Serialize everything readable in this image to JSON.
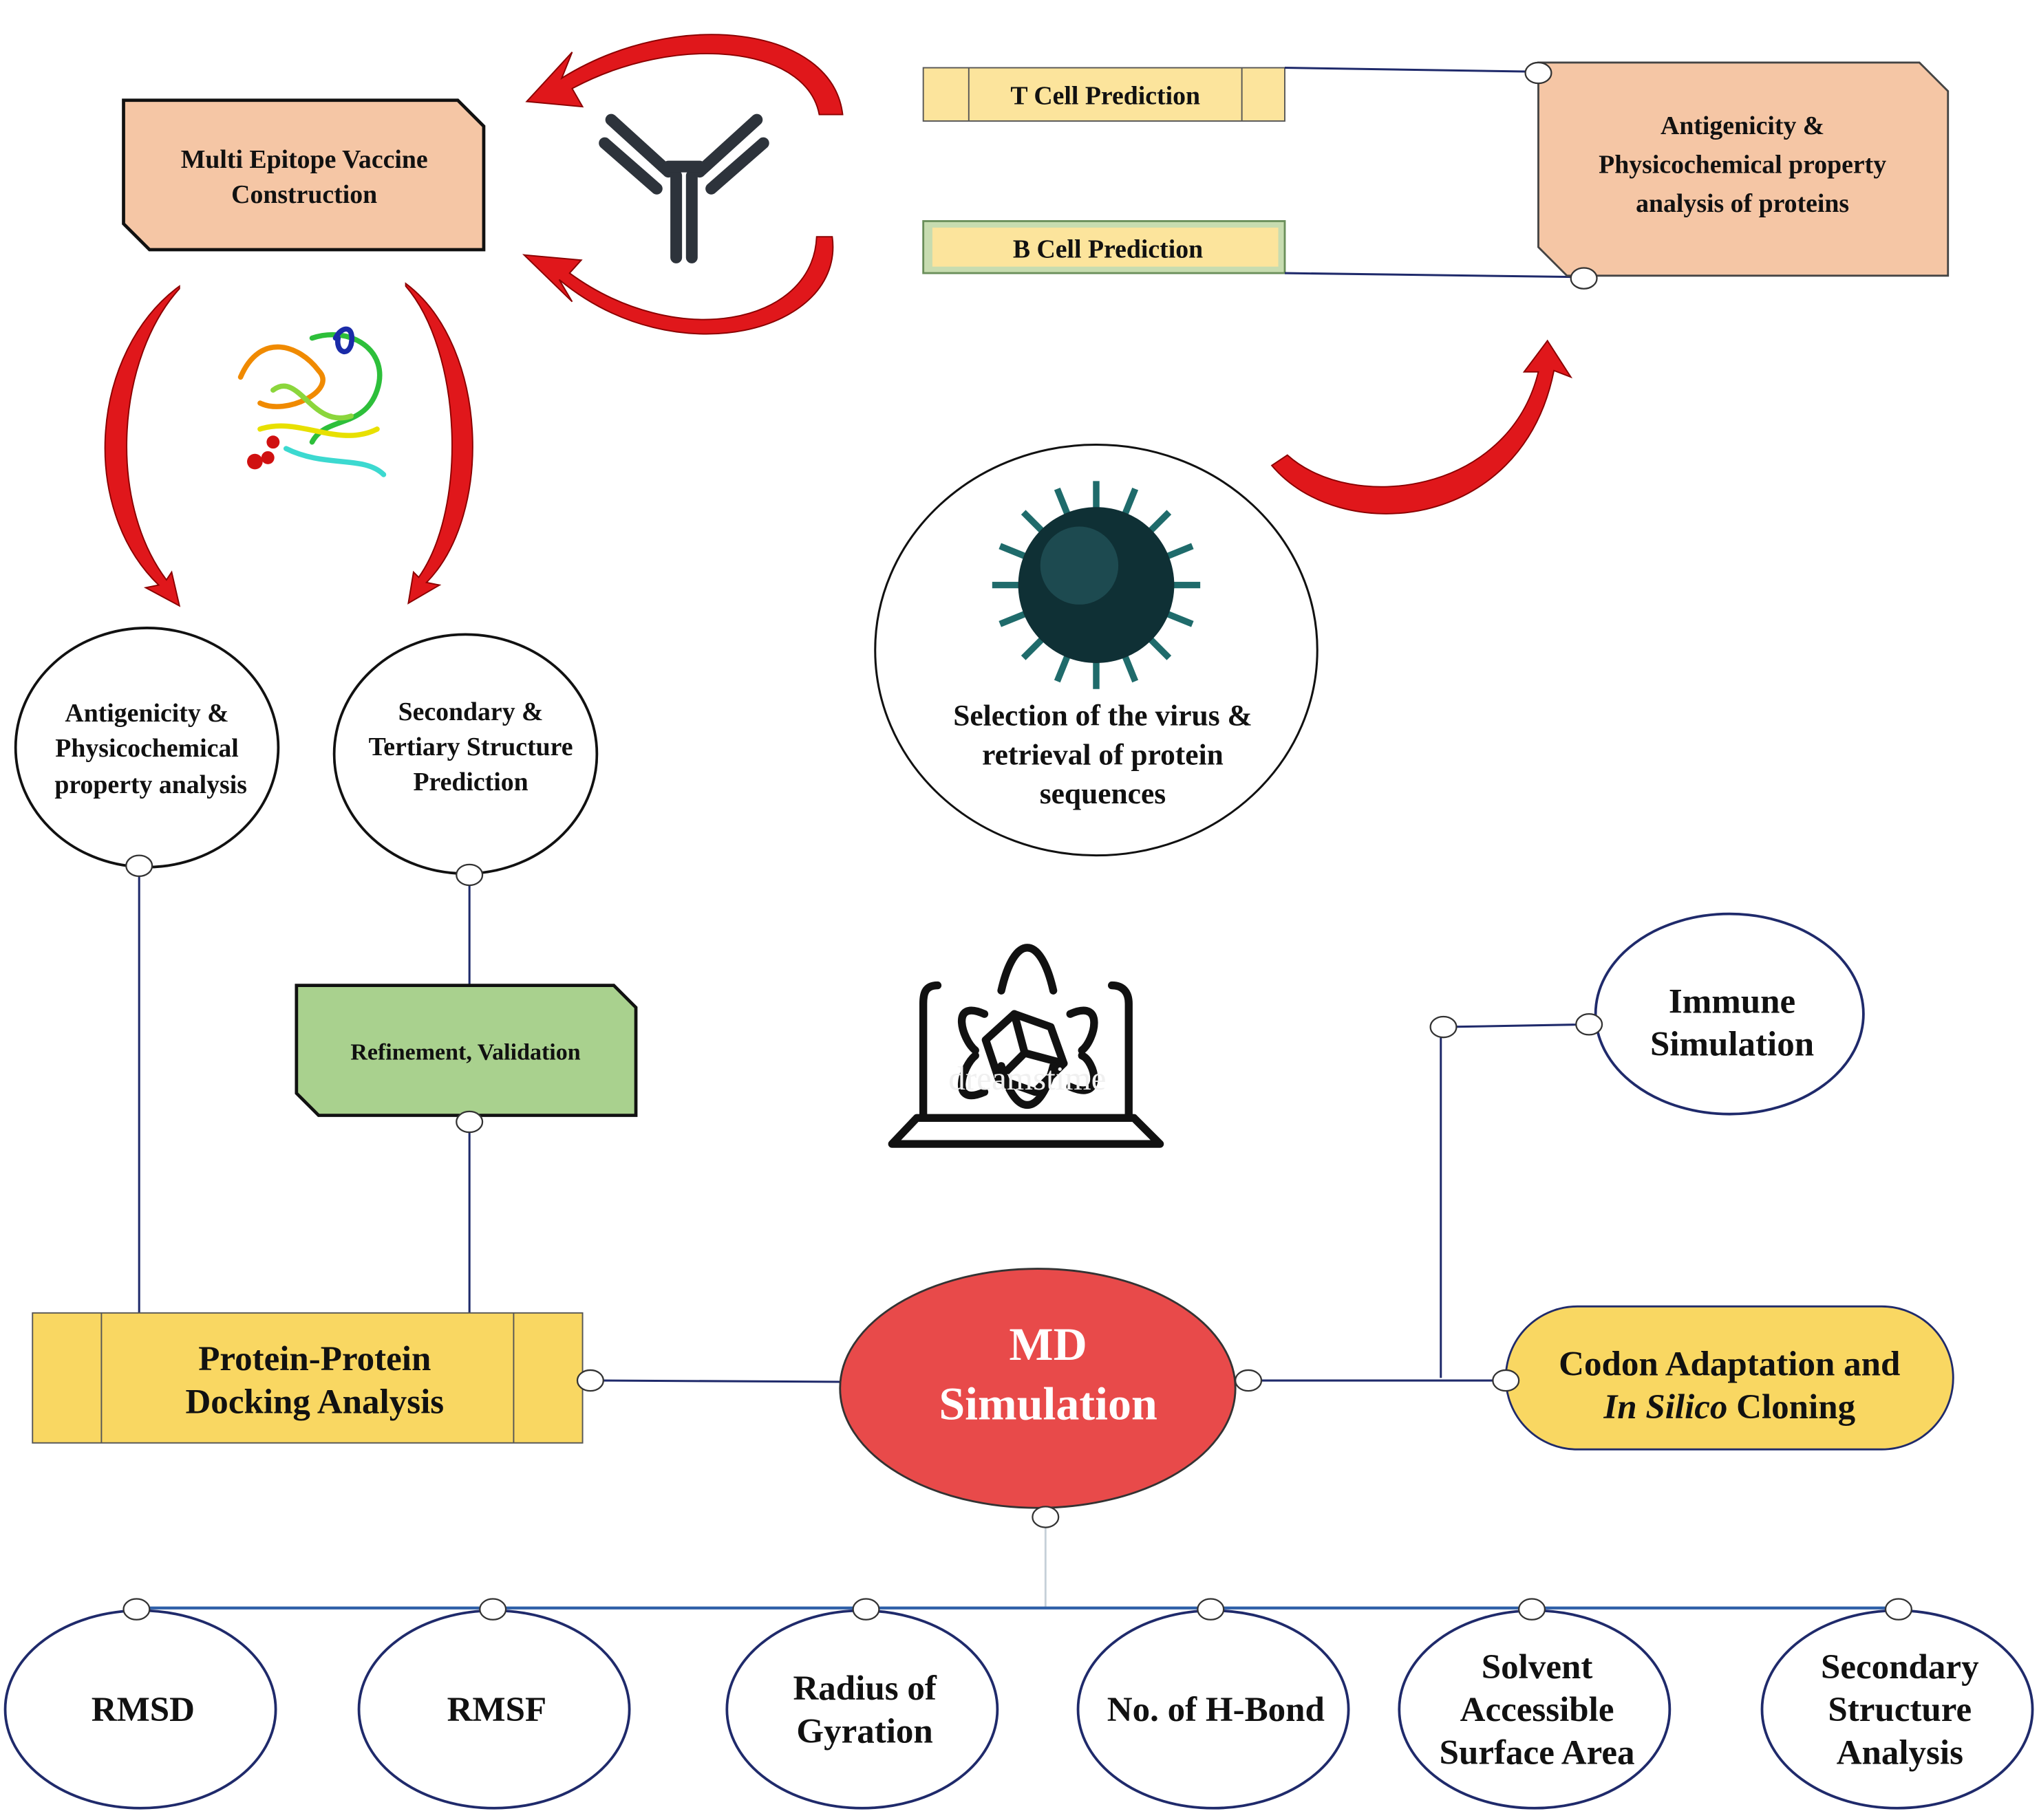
{
  "colors": {
    "peach": "#f5c6a5",
    "yellow": "#f9d762",
    "green": "#a9d18e",
    "md_red": "#e84a4a",
    "arrow_red": "#e0171b",
    "line_navy": "#1f2a6b",
    "line_blue": "#2e5fa8"
  },
  "top": {
    "vaccine_box": [
      "Multi Epitope Vaccine",
      "Construction"
    ],
    "t_cell": "T Cell Prediction",
    "b_cell": "B Cell Prediction",
    "antigenicity_box": [
      "Antigenicity &",
      "Physicochemical property",
      "analysis of proteins"
    ],
    "virus_circle": [
      "Selection of the virus &",
      "retrieval of protein",
      "sequences"
    ],
    "icons": [
      "antibody-icon",
      "protein-structure-image",
      "virus-image",
      "laptop-molecule-icon"
    ],
    "watermark": "dreamstime"
  },
  "middle": {
    "antigenicity_circle": [
      "Antigenicity &",
      "Physicochemical",
      "property analysis"
    ],
    "structure_circle": [
      "Secondary &",
      "Tertiary Structure",
      "Prediction"
    ],
    "refinement": "Refinement, Validation",
    "docking": [
      "Protein-Protein",
      "Docking Analysis"
    ],
    "md": [
      "MD",
      "Simulation"
    ],
    "codon": [
      "Codon Adaptation and",
      "In Silico",
      " Cloning"
    ],
    "immune": [
      "Immune",
      "Simulation"
    ]
  },
  "bottom": [
    {
      "lines": [
        "RMSD"
      ]
    },
    {
      "lines": [
        "RMSF"
      ]
    },
    {
      "lines": [
        "Radius of",
        "Gyration"
      ]
    },
    {
      "lines": [
        "No. of H-Bond"
      ]
    },
    {
      "lines": [
        "Solvent",
        "Accessible",
        "Surface Area"
      ]
    },
    {
      "lines": [
        "Secondary",
        "Structure",
        "Analysis"
      ]
    }
  ]
}
